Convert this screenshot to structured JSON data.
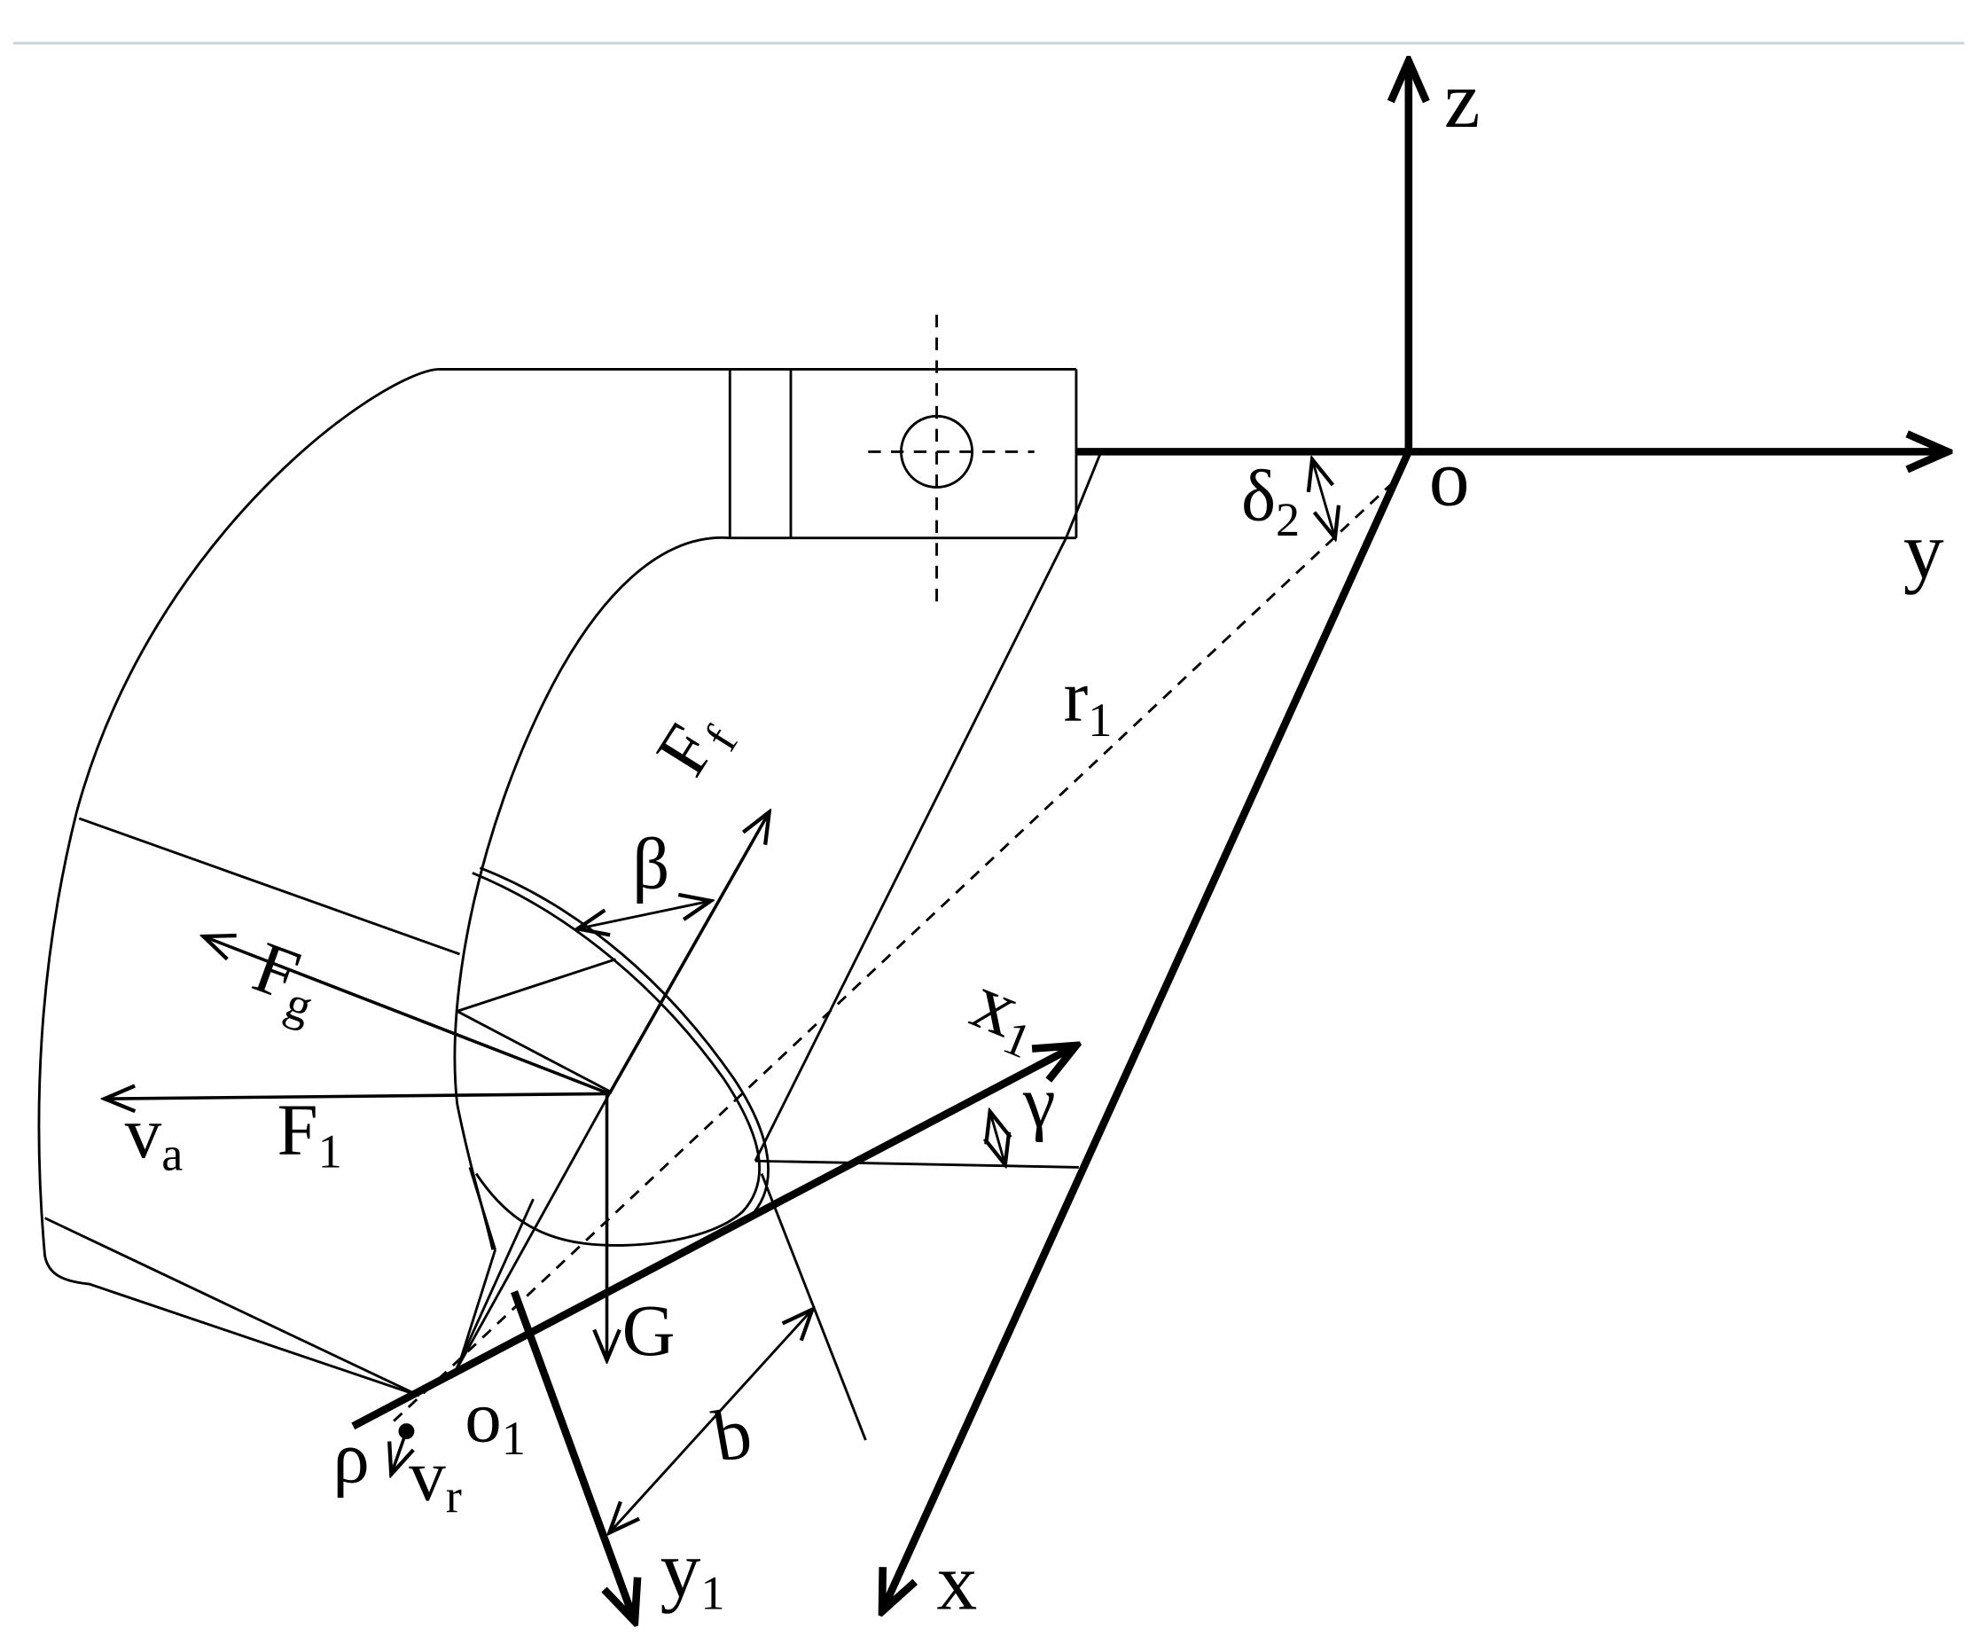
{
  "labels": {
    "z": "z",
    "y": "y",
    "x": "x",
    "o": "o",
    "delta": "δ",
    "delta_sub": "2",
    "r": "r",
    "r_sub": "1",
    "f_force": "F",
    "f_force_sub": "f",
    "beta": "β",
    "f_g": "F",
    "f_g_sub": "g",
    "x1": "x",
    "x1_sub": "1",
    "gamma": "γ",
    "v_a": "v",
    "v_a_sub": "a",
    "f_1": "F",
    "f_1_sub": "1",
    "g": "G",
    "o1": "o",
    "o1_sub": "1",
    "rho": "ρ",
    "v_r": "v",
    "v_r_sub": "r",
    "b": "b",
    "y1": "y",
    "y1_sub": "1"
  },
  "colors": {
    "stroke": "#000000",
    "background": "#ffffff",
    "top_rule": "#c7d4dc"
  }
}
